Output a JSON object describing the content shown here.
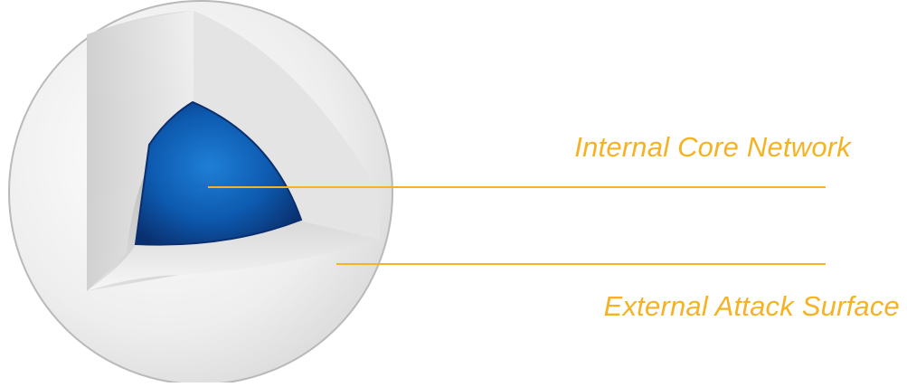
{
  "diagram": {
    "layers": [
      {
        "id": "core",
        "label": "Internal Core Network"
      },
      {
        "id": "surface",
        "label": "External Attack Surface"
      }
    ]
  },
  "colors": {
    "accent": "#F5B324",
    "core_blue": "#0D5BB0",
    "core_blue_dark": "#0A2F6E",
    "shell_light": "#F2F2F2",
    "shell_outline": "#BDBDBD"
  }
}
